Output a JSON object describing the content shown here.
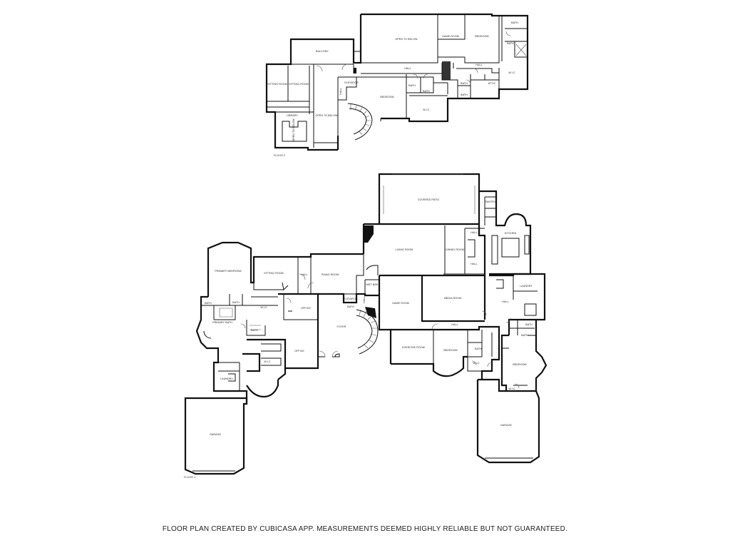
{
  "floor2": {
    "label": "FLOOR 2",
    "rooms": {
      "balcony": "BALCONY",
      "open_to_below_top": "OPEN TO BELOW",
      "game_room": "GAME ROOM",
      "bedroom_top_right": "BEDROOM",
      "bath_top_right": "BATH",
      "wic_top_right": "W.I.C",
      "sitting_room_1": "SITTING ROOM",
      "sitting_room_2": "SITTING ROOM",
      "library": "LIBRARY",
      "open_to_below_library": "OPEN TO BELOW",
      "open_to_below_stairs": "OPEN TO BELOW",
      "hall_left": "HALL",
      "elevator": "ELEVATOR",
      "bedroom_center": "BEDROOM",
      "bath_center_1": "BATH",
      "bath_center_2": "BATH",
      "wic_center": "W.I.C",
      "hall_center": "HALL",
      "hall_right": "HALL",
      "bath_right_1": "BATH",
      "bath_right_2": "BATH",
      "attic": "ATTIC",
      "bath_far_right": "BATH"
    }
  },
  "floor1": {
    "label": "FLOOR 1",
    "rooms": {
      "covered_patio": "COVERED PATIO",
      "pantry": "PANTRY",
      "kitchen": "KITCHEN",
      "living_room": "LIVING ROOM",
      "dining_room": "DINING ROOM",
      "hall_kitchen_1": "HALL",
      "hall_kitchen_2": "HALL",
      "primary_bedroom": "PRIMARY BEDROOM",
      "sitting_room": "SITTING ROOM",
      "hall_sitting": "HALL",
      "piano_room": "PIANO ROOM",
      "wet_bar": "WET BAR",
      "game_room": "GAME ROOM",
      "media_room": "MEDIA ROOM",
      "laundry_right": "LAUNDRY",
      "bath_primary": "BATH",
      "bath_primary_2": "BATH",
      "wic_primary": "W.I.C",
      "primary_bath": "PRIMARY BATH",
      "office_1": "OFFICE",
      "office_2": "OFFICE",
      "elevator": "ELEVATOR",
      "bath_center": "BATH",
      "hall_center": "HALL",
      "foyer": "FOYER",
      "hall_lower": "HALL",
      "exercise_room": "EXERCISE ROOM",
      "bedroom_center": "BEDROOM",
      "bath_lower_1": "BATH",
      "wic_lower_1": "W.I.C",
      "bedroom_right": "BEDROOM",
      "bath_right": "BATH",
      "wic_right": "W.I.C",
      "bath_far_right": "BATH",
      "hall_right": "HALL",
      "bath_left": "BATH",
      "wic_left": "W.I.C",
      "laundry_left": "LAUNDRY",
      "garage_left": "GARAGE",
      "garage_right": "GARAGE"
    }
  },
  "footer": {
    "disclaimer": "FLOOR PLAN CREATED BY CUBICASA APP. MEASUREMENTS DEEMED HIGHLY RELIABLE BUT NOT GUARANTEED."
  }
}
